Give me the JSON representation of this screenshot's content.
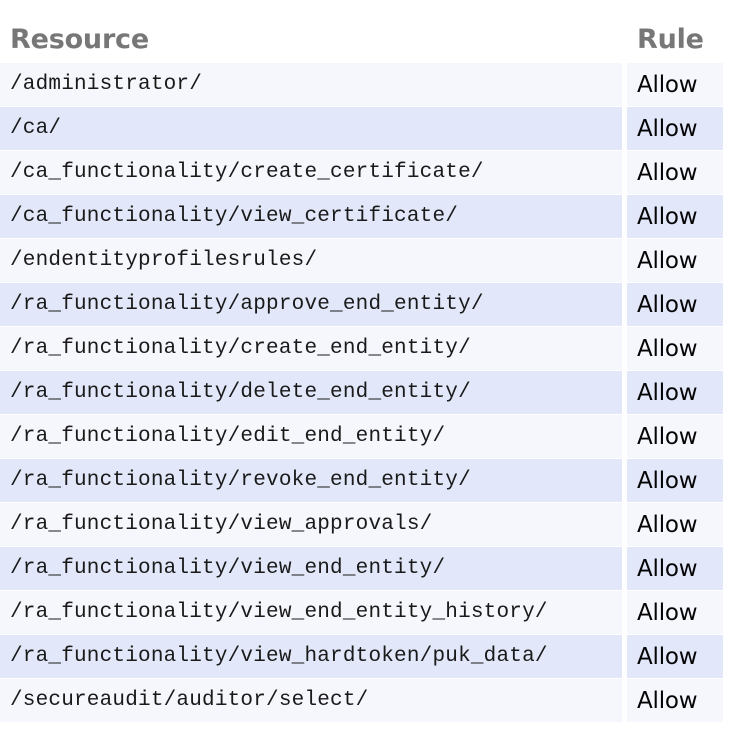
{
  "table": {
    "columns": [
      {
        "key": "resource",
        "label": "Resource"
      },
      {
        "key": "rule",
        "label": "Rule"
      }
    ],
    "colors": {
      "header_text": "#777777",
      "row_odd_background": "#f6f7fd",
      "row_even_background": "#e2e8fa",
      "page_background": "#ffffff",
      "cell_text": "#1a1a1a"
    },
    "rows": [
      {
        "resource": "/administrator/",
        "rule": "Allow"
      },
      {
        "resource": "/ca/",
        "rule": "Allow"
      },
      {
        "resource": "/ca_functionality/create_certificate/",
        "rule": "Allow"
      },
      {
        "resource": "/ca_functionality/view_certificate/",
        "rule": "Allow"
      },
      {
        "resource": "/endentityprofilesrules/",
        "rule": "Allow"
      },
      {
        "resource": "/ra_functionality/approve_end_entity/",
        "rule": "Allow"
      },
      {
        "resource": "/ra_functionality/create_end_entity/",
        "rule": "Allow"
      },
      {
        "resource": "/ra_functionality/delete_end_entity/",
        "rule": "Allow"
      },
      {
        "resource": "/ra_functionality/edit_end_entity/",
        "rule": "Allow"
      },
      {
        "resource": "/ra_functionality/revoke_end_entity/",
        "rule": "Allow"
      },
      {
        "resource": "/ra_functionality/view_approvals/",
        "rule": "Allow"
      },
      {
        "resource": "/ra_functionality/view_end_entity/",
        "rule": "Allow"
      },
      {
        "resource": "/ra_functionality/view_end_entity_history/",
        "rule": "Allow"
      },
      {
        "resource": "/ra_functionality/view_hardtoken/puk_data/",
        "rule": "Allow"
      },
      {
        "resource": "/secureaudit/auditor/select/",
        "rule": "Allow"
      }
    ]
  }
}
